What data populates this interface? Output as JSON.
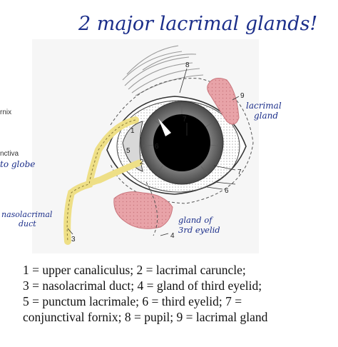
{
  "title": "2 major lacrimal glands!",
  "handwritten_labels": {
    "lacrimal_gland_line1": "lacrimal",
    "lacrimal_gland_line2": "gland",
    "gland_third_eyelid_line1": "gland of",
    "gland_third_eyelid_line2": "3rd eyelid",
    "nasolacrimal_line1": "nasolacrimal",
    "nasolacrimal_line2": "duct",
    "to_globe": "to globe"
  },
  "cropped_text": {
    "fornix": "rnix",
    "conjunctiva": "nctiva"
  },
  "numbers": [
    "1",
    "2",
    "3",
    "4",
    "5",
    "6",
    "7",
    "7",
    "8",
    "9"
  ],
  "legend": [
    "1 = upper canaliculus; 2 = lacrimal caruncle;",
    "3 = nasolacrimal duct; 4 = gland of third eyelid;",
    "5 = punctum lacrimale; 6 = third eyelid; 7 =",
    "conjunctival fornix; 8 = pupil; 9 = lacrimal gland"
  ],
  "colors": {
    "ink": "#1b2e8a",
    "gland_pink": "#e8a3a8",
    "duct_yellow": "#eedf86",
    "iris": "#6d6d6d",
    "pupil": "#000000"
  }
}
